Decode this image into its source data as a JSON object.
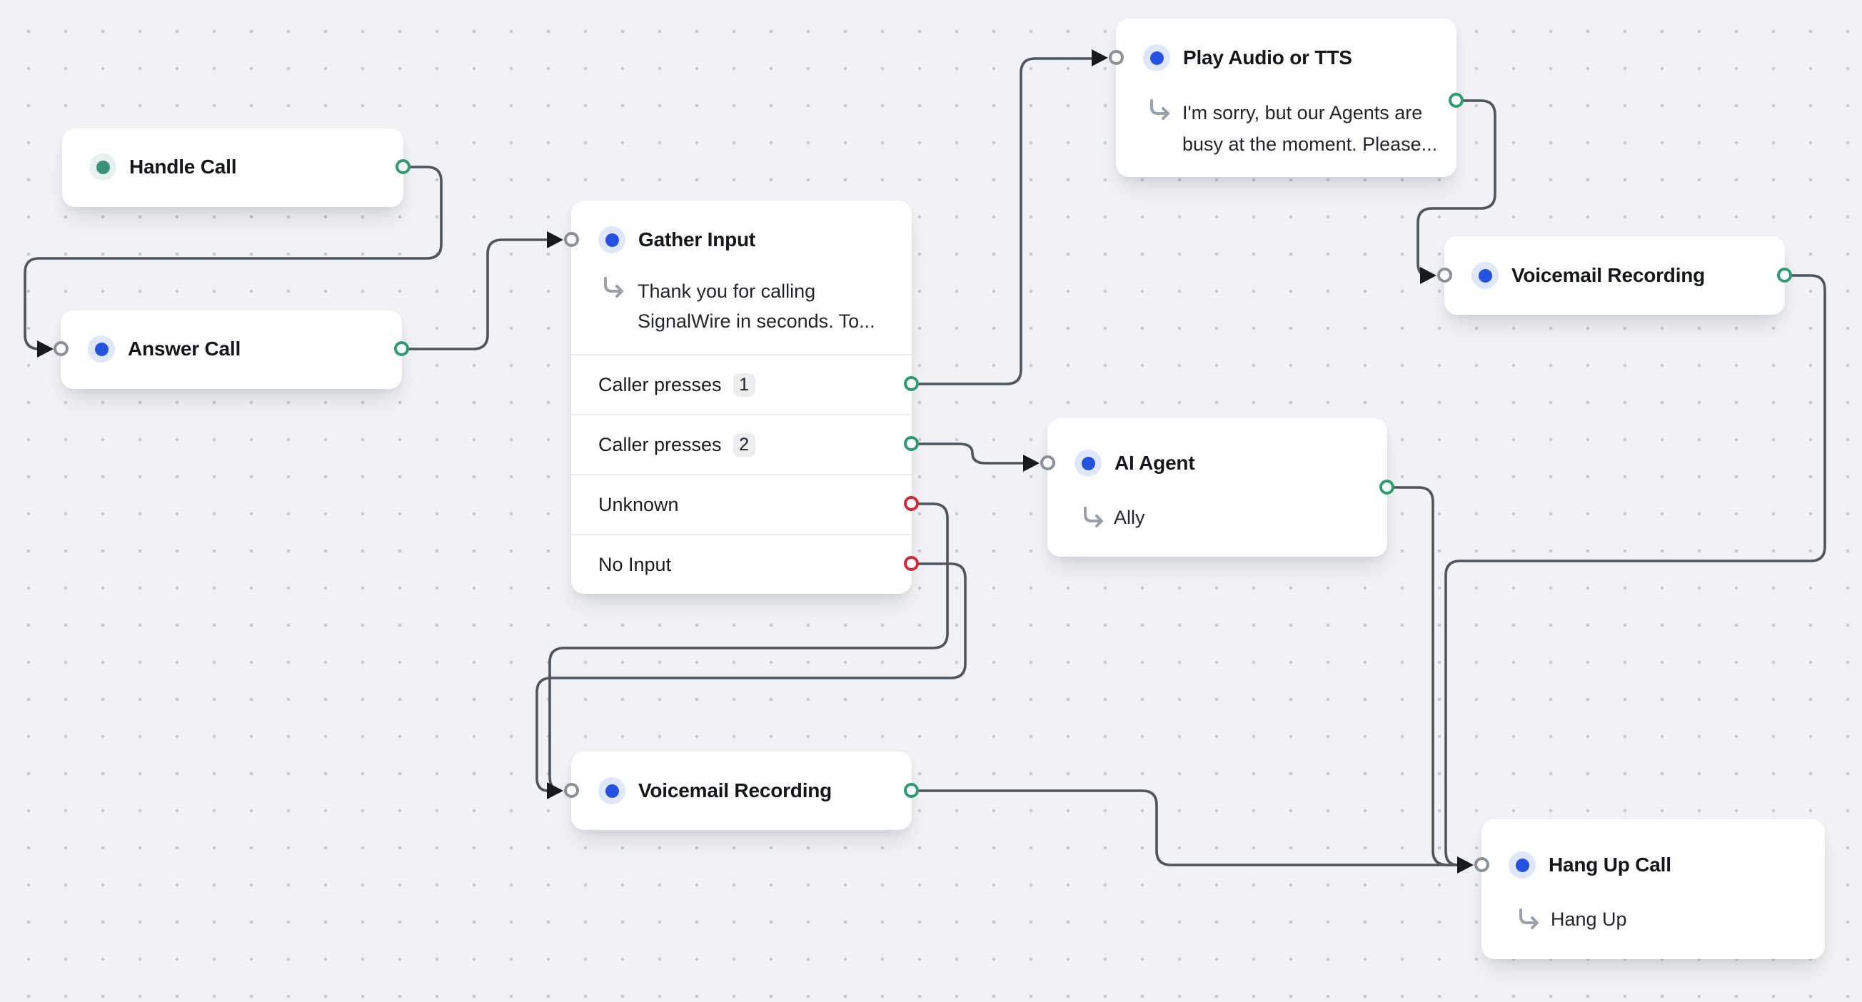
{
  "canvas": {
    "background": "#f1f2f5",
    "grid_dot_color": "#c6c9cf",
    "edge_color": "#4f555d"
  },
  "colors": {
    "accent_blue": "#2553df",
    "accent_blue_halo": "#dfe7fb",
    "accent_green": "#3a9278",
    "accent_green_halo": "#e7f1ed",
    "port_green": "#2e9c6f",
    "port_red": "#ce2c3c",
    "port_gray": "#8b9199",
    "badge_bg": "#ecedef"
  },
  "nodes": {
    "handle_call": {
      "title": "Handle Call"
    },
    "answer_call": {
      "title": "Answer Call"
    },
    "gather_input": {
      "title": "Gather Input",
      "description_line1": "Thank you for calling",
      "description_line2": "SignalWire in seconds. To...",
      "rows": [
        {
          "label": "Caller presses",
          "badge": "1",
          "port_color": "green"
        },
        {
          "label": "Caller presses",
          "badge": "2",
          "port_color": "green"
        },
        {
          "label": "Unknown",
          "port_color": "red"
        },
        {
          "label": "No Input",
          "port_color": "red"
        }
      ]
    },
    "play_audio_or_tts": {
      "title": "Play Audio or TTS",
      "description_line1": "I'm sorry, but our Agents are",
      "description_line2": "busy at the moment. Please..."
    },
    "voicemail_recording_top": {
      "title": "Voicemail Recording"
    },
    "ai_agent": {
      "title": "AI Agent",
      "description": "Ally"
    },
    "voicemail_recording_bottom": {
      "title": "Voicemail Recording"
    },
    "hang_up_call": {
      "title": "Hang Up Call",
      "description": "Hang Up"
    }
  },
  "edges": [
    {
      "from": "handle_call",
      "to": "answer_call"
    },
    {
      "from": "answer_call",
      "to": "gather_input"
    },
    {
      "from": "gather_input.caller_presses_1",
      "to": "play_audio_or_tts"
    },
    {
      "from": "gather_input.caller_presses_2",
      "to": "ai_agent"
    },
    {
      "from": "gather_input.unknown",
      "to": "voicemail_recording_bottom"
    },
    {
      "from": "gather_input.no_input",
      "to": "voicemail_recording_bottom"
    },
    {
      "from": "play_audio_or_tts",
      "to": "voicemail_recording_top"
    },
    {
      "from": "voicemail_recording_top",
      "to": "hang_up_call"
    },
    {
      "from": "ai_agent",
      "to": "hang_up_call"
    },
    {
      "from": "voicemail_recording_bottom",
      "to": "hang_up_call"
    }
  ]
}
